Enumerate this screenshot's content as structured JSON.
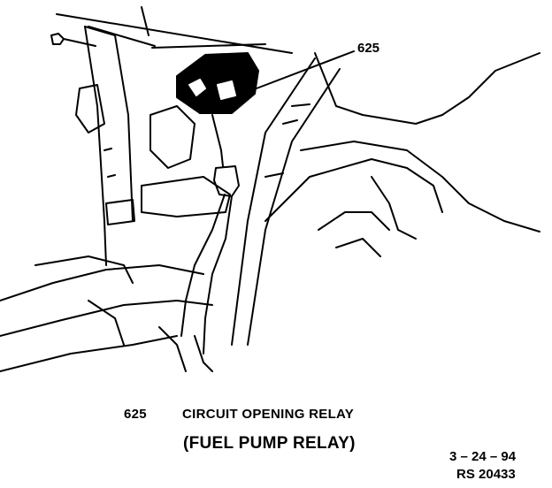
{
  "callout_number": "625",
  "legend": {
    "number": "625",
    "name": "CIRCUIT OPENING RELAY",
    "subname": "(FUEL PUMP RELAY)"
  },
  "date_code": "3 – 24 – 94",
  "reference": "RS 20433"
}
